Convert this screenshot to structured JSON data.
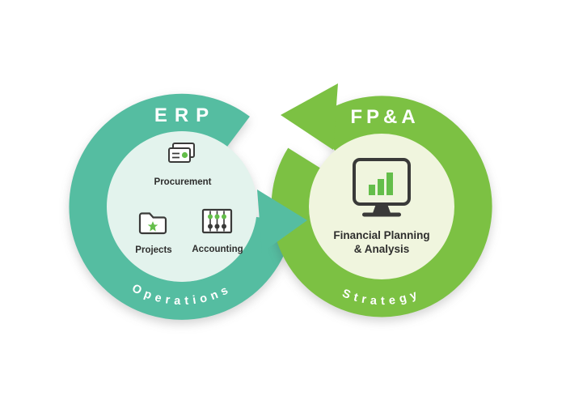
{
  "colors": {
    "teal": "#55BDA1",
    "teal_inner": "#E3F3ED",
    "green": "#7CC143",
    "green_inner": "#F0F5DE",
    "icon_dark": "#3A3A39",
    "accent_green": "#64BE4A",
    "label_dark": "#2E2E2D",
    "title_white": "#FFFFFF"
  },
  "left_cycle": {
    "title": "ERP",
    "bottom_label": "Operations",
    "items": [
      {
        "label": "Procurement",
        "icon": "documents-icon"
      },
      {
        "label": "Projects",
        "icon": "folder-star-icon"
      },
      {
        "label": "Accounting",
        "icon": "abacus-icon"
      }
    ]
  },
  "right_cycle": {
    "title": "FP&A",
    "bottom_label": "Strategy",
    "icon": "monitor-chart-icon",
    "center_label": {
      "line1": "Financial Planning",
      "line2": "& Analysis"
    }
  }
}
